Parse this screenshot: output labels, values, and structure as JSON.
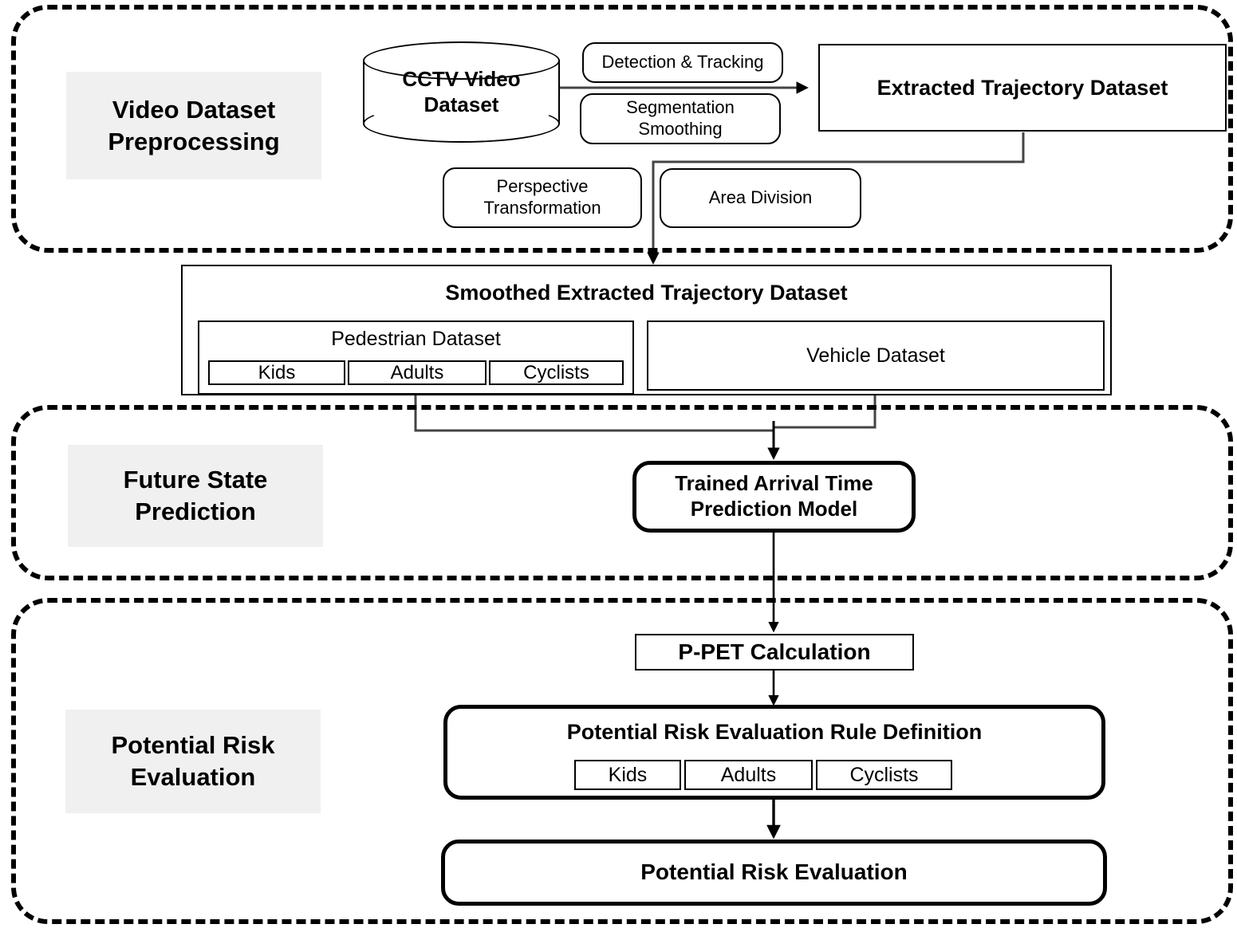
{
  "diagram": {
    "title": "Potential Risk Evaluation Framework Flowchart",
    "phases": [
      {
        "id": "preprocessing",
        "label": "Video Dataset\nPreprocessing",
        "label_line1": "Video Dataset",
        "label_line2": "Preprocessing"
      },
      {
        "id": "prediction",
        "label": "Future State\nPrediction",
        "label_line1": "Future State",
        "label_line2": "Prediction"
      },
      {
        "id": "evaluation",
        "label": "Potential Risk\nEvaluation",
        "label_line1": "Potential Risk",
        "label_line2": "Evaluation"
      }
    ],
    "nodes": {
      "cctv_line1": "CCTV Video",
      "cctv_line2": "Dataset",
      "detection_tracking": "Detection & Tracking",
      "segmentation_line1": "Segmentation",
      "segmentation_line2": "Smoothing",
      "perspective_line1": "Perspective",
      "perspective_line2": "Transformation",
      "area_division": "Area Division",
      "extracted_trajectory": "Extracted Trajectory Dataset",
      "smoothed_trajectory": "Smoothed Extracted Trajectory Dataset",
      "pedestrian_dataset": "Pedestrian Dataset",
      "vehicle_dataset": "Vehicle Dataset",
      "trained_model_line1": "Trained Arrival Time",
      "trained_model_line2": "Prediction Model",
      "ppet_calculation": "P-PET Calculation",
      "rule_definition": "Potential Risk Evaluation Rule Definition",
      "potential_risk_evaluation": "Potential Risk Evaluation"
    },
    "pedestrian_categories": [
      "Kids",
      "Adults",
      "Cyclists"
    ],
    "rule_categories": [
      "Kids",
      "Adults",
      "Cyclists"
    ],
    "colors": {
      "stroke": "#000000",
      "label_background": "#f0f0f0",
      "canvas_background": "#ffffff"
    }
  }
}
